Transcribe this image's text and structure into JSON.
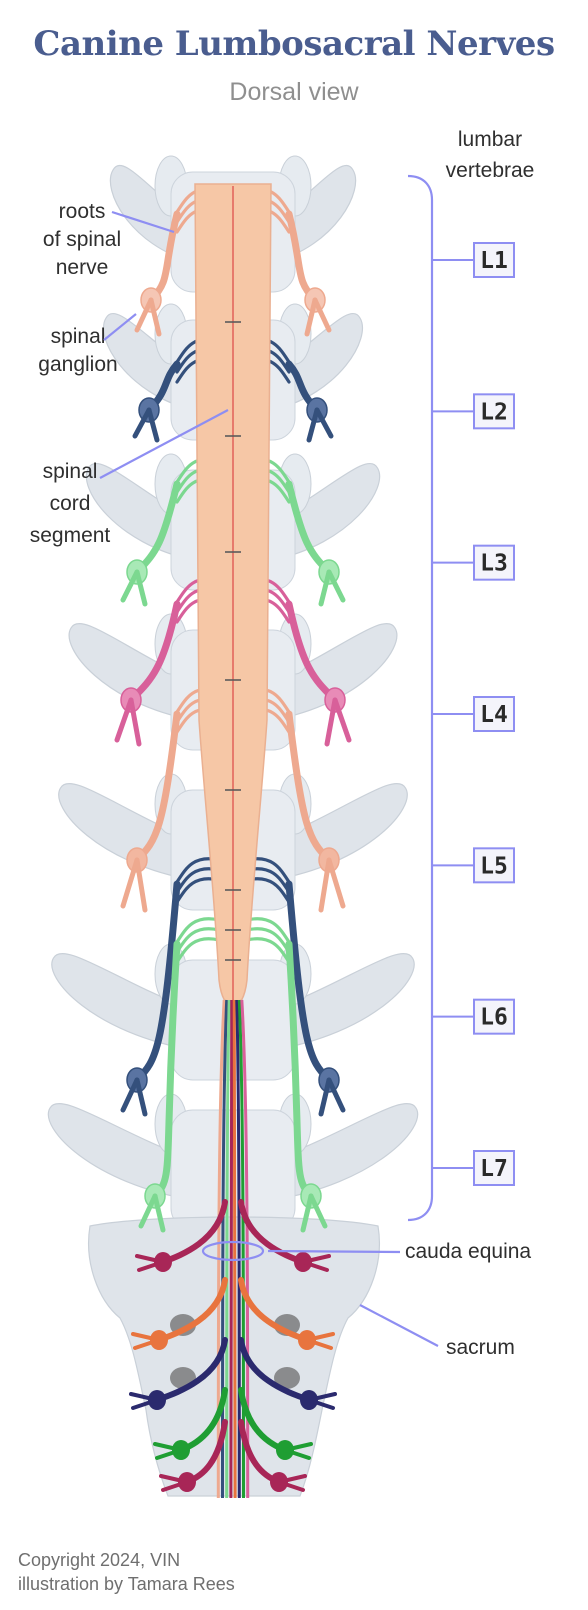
{
  "title": "Canine Lumbosacral Nerves",
  "subtitle": "Dorsal view",
  "labels": {
    "roots": [
      "roots",
      "of spinal",
      "nerve"
    ],
    "ganglion": [
      "spinal",
      "ganglion"
    ],
    "cord": [
      "spinal",
      "cord",
      "segment"
    ],
    "lumbar": [
      "lumbar",
      "vertebrae"
    ],
    "cauda": "cauda equina",
    "sacrum": "sacrum"
  },
  "vertebrae": [
    "L1",
    "L2",
    "L3",
    "L4",
    "L5",
    "L6",
    "L7"
  ],
  "credits": [
    "Copyright 2024, VIN",
    "illustration by Tamara Rees"
  ],
  "colors": {
    "title": "#4a5d8f",
    "pointer": "#8e8ef2",
    "bone": "#dfe4ea",
    "cord": "#f6c7a6",
    "peach": "#eea98f",
    "navy": "#34507c",
    "green": "#7cd890",
    "pink": "#d8609a",
    "deep_red": "#a82657",
    "orange": "#e8743e",
    "indigo": "#2b2a6e",
    "bright_green": "#1f9e33"
  }
}
